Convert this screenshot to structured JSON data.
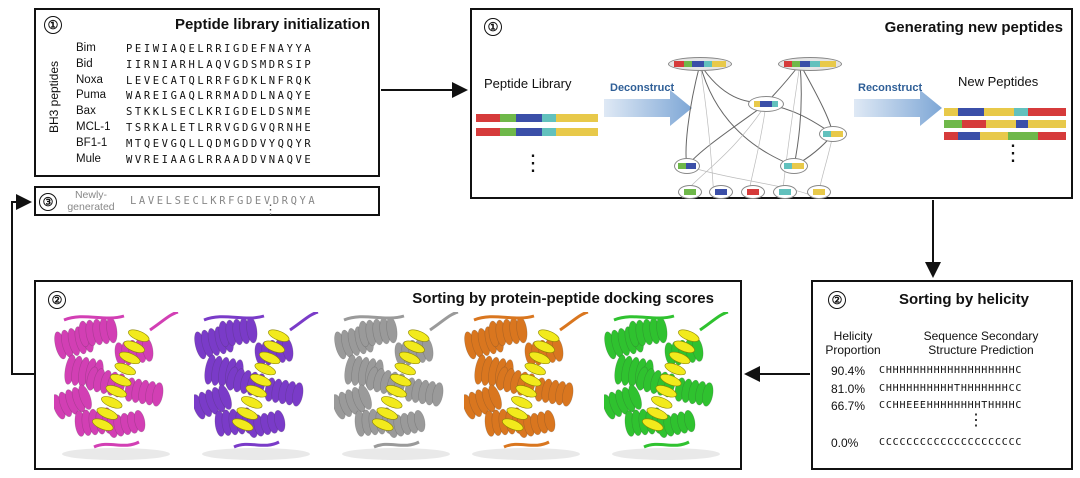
{
  "panel_init": {
    "step": "①",
    "title": "Peptide library initialization",
    "side_label": "BH3 peptides",
    "peptides": [
      {
        "name": "Bim",
        "seq": "PEIWIAQELRRIGDEFNAYYA"
      },
      {
        "name": "Bid",
        "seq": "IIRNIARHLAQVGDSMDRSIP"
      },
      {
        "name": "Noxa",
        "seq": "LEVECATQLRRFGDKLNFRQK"
      },
      {
        "name": "Puma",
        "seq": "WAREIGAQLRRMADDLNAQYE"
      },
      {
        "name": "Bax",
        "seq": "STKKLSECLKRIGDELDSNME"
      },
      {
        "name": "MCL-1",
        "seq": "TSRKALETLRRVGDGVQRNHE"
      },
      {
        "name": "BF1-1",
        "seq": "MTQEVGQLLQDMGDDVYQQYR"
      },
      {
        "name": "Mule",
        "seq": "WVREIAAGLRRAADDVNAQVE"
      }
    ]
  },
  "panel_new": {
    "step": "③",
    "name": "Newly-generated",
    "seq": "LAVELSECLKRFGDEVDRQYA",
    "ellipsis": "⋮"
  },
  "panel_generate": {
    "step": "①",
    "title": "Generating new peptides",
    "library_label": "Peptide Library",
    "deconstruct_label": "Deconstruct",
    "reconstruct_label": "Reconstruct",
    "new_label": "New Peptides",
    "ellipsis": "⋮"
  },
  "panel_helicity": {
    "step": "②",
    "title": "Sorting by helicity",
    "col1_header": "Helicity Proportion",
    "col2_header": "Sequence Secondary Structure Prediction",
    "rows": [
      {
        "pct": "90.4%",
        "pred": "CHHHHHHHHHHHHHHHHHHHC"
      },
      {
        "pct": "81.0%",
        "pred": "CHHHHHHHHHHTHHHHHHHCC"
      },
      {
        "pct": "66.7%",
        "pred": "CCHHEEEHHHHHHHHTHHHHC"
      },
      {
        "pct": "0.0%",
        "pred": "CCCCCCCCCCCCCCCCCCCCC"
      }
    ],
    "ellipsis": "⋮"
  },
  "panel_docking": {
    "step": "②",
    "title": "Sorting by protein-peptide docking scores",
    "structures": [
      {
        "name": "magenta",
        "color": "#d23fb4"
      },
      {
        "name": "purple",
        "color": "#7a3bc8"
      },
      {
        "name": "gray",
        "color": "#9a9a9a"
      },
      {
        "name": "orange",
        "color": "#d9761f"
      },
      {
        "name": "green",
        "color": "#2fc22f"
      }
    ],
    "peptide_color": "#f2ea1c"
  },
  "colors": {
    "red": "#d63b3b",
    "green": "#6fb84a",
    "blue": "#3b4fa8",
    "teal": "#62c1bd",
    "yellow": "#e8c94a",
    "arrow_blue": "#8fb3d9"
  }
}
